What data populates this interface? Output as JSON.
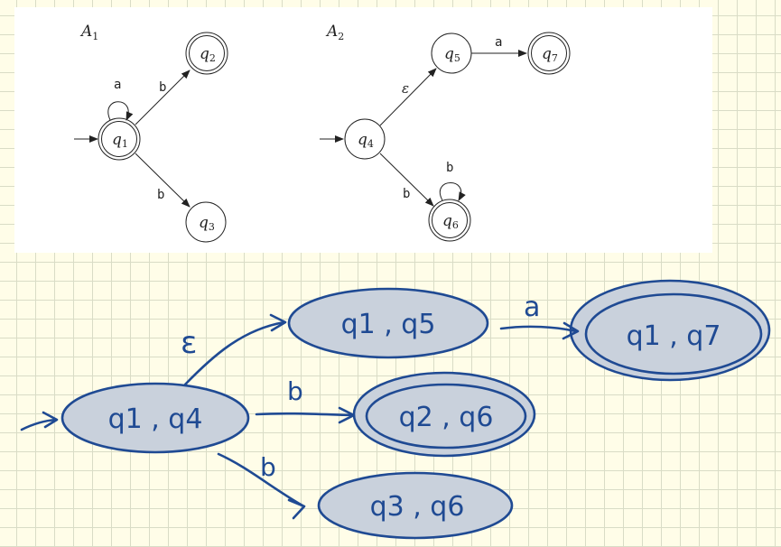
{
  "automata": {
    "a1": {
      "name": "A",
      "sub": "1",
      "states": {
        "q1": {
          "q": "q",
          "i": "1"
        },
        "q2": {
          "q": "q",
          "i": "2"
        },
        "q3": {
          "q": "q",
          "i": "3"
        }
      },
      "edges": {
        "self_q1": "a",
        "q1_q2": "b",
        "q1_q3": "b"
      }
    },
    "a2": {
      "name": "A",
      "sub": "2",
      "states": {
        "q4": {
          "q": "q",
          "i": "4"
        },
        "q5": {
          "q": "q",
          "i": "5"
        },
        "q6": {
          "q": "q",
          "i": "6"
        },
        "q7": {
          "q": "q",
          "i": "7"
        }
      },
      "edges": {
        "q4_q5": "ε",
        "q5_q7": "a",
        "q4_q6": "b",
        "self_q6": "b"
      }
    }
  },
  "product": {
    "states": {
      "q1q4": "q1 , q4",
      "q1q5": "q1 , q5",
      "q1q7": "q1 , q7",
      "q2q6": "q2 , q6",
      "q3q6": "q3 , q6"
    },
    "edges": {
      "eps": "ε",
      "a": "a",
      "b1": "b",
      "b2": "b"
    }
  },
  "colors": {
    "ink": "#1f4a93",
    "fill": "#c9d1dc",
    "paper": "#fffde8",
    "grid": "#d9dcc6"
  }
}
